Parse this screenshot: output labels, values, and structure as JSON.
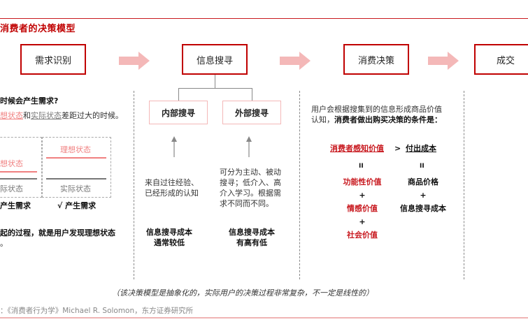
{
  "title": "消费者的决策模型",
  "stages": [
    {
      "label": "需求识别"
    },
    {
      "label": "信息搜寻"
    },
    {
      "label": "消费决策"
    },
    {
      "label": "成交"
    }
  ],
  "colors": {
    "accent": "#c00000",
    "arrow": "#f4b4b4",
    "ideal": "#f08080",
    "actual": "#777777",
    "sub_border": "#f4b8b8"
  },
  "need_recognition": {
    "question": "时候会产生需求?",
    "answer_ideal": "想状态",
    "answer_mid": "和",
    "answer_actual": "实际状态",
    "answer_tail": "差距过大的时候。",
    "left_case": {
      "ideal": "想状态",
      "actual": "际状态",
      "result": "产生需求"
    },
    "right_case": {
      "ideal": "理想状态",
      "actual": "实际状态",
      "result": "√ 产生需求"
    },
    "summary_line1": "起的过程，就是用户发现理想状态",
    "summary_line2": "。"
  },
  "info_search": {
    "internal": {
      "label": "内部搜寻",
      "desc_lines": [
        "来自过往经验、",
        "已经形成的认知"
      ],
      "cost_lines": [
        "信息搜寻成本",
        "通常较低"
      ]
    },
    "external": {
      "label": "外部搜寻",
      "desc_lines": [
        "可分为主动、被动",
        "搜寻；低介入、高",
        "介入学习。根据需",
        "求不同而不同。"
      ],
      "cost_lines": [
        "信息搜寻成本",
        "有高有低"
      ]
    }
  },
  "decision": {
    "intro_line1": "用户会根据搜集到的信息形成商品价值",
    "intro_line2_plain": "认知，",
    "intro_line2_bold": "消费者做出购买决策的条件是：",
    "perceived_value": "消费者感知价值",
    "gt": ">",
    "cost": "付出成本",
    "eq": "II",
    "plus": "+",
    "value_items": [
      "功能性价值",
      "情感价值",
      "社会价值"
    ],
    "cost_items": [
      "商品价格",
      "信息搜寻成本"
    ]
  },
  "caption": "（该决策模型是抽象化的，实际用户的决策过程非常复杂，不一定是线性的）",
  "source": "：《消费者行为学》Michael R. Solomon，东方证券研究所"
}
